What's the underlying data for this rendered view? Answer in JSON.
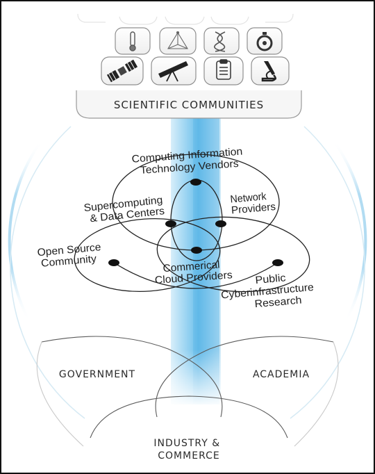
{
  "header": {
    "title": "SCIENTIFIC COMMUNITIES",
    "icons_row1": [
      "thermometer-icon",
      "geometry-icon",
      "dna-icon",
      "stopwatch-icon"
    ],
    "icons_row2": [
      "satellite-icon",
      "telescope-icon",
      "clipboard-icon",
      "microscope-icon"
    ]
  },
  "network": {
    "computing_vendors": [
      "Computing Information",
      "Technology Vendors"
    ],
    "supercomputing": [
      "Supercomputing",
      "& Data Centers"
    ],
    "network_providers": [
      "Network",
      "Providers"
    ],
    "open_source": [
      "Open Source",
      "Community"
    ],
    "cloud_providers": [
      "Commerical",
      "Cloud Providers"
    ],
    "public_research": [
      "Public",
      "Cyberinfrastructure",
      "Research"
    ]
  },
  "sectors": {
    "government": "GOVERNMENT",
    "academia": "ACADEMIA",
    "industry": [
      "INDUSTRY &",
      "COMMERCE"
    ]
  },
  "colors": {
    "beam": "#7cc6ec",
    "arc": "#a9d8f1",
    "line": "#222222",
    "node": "#111111"
  }
}
